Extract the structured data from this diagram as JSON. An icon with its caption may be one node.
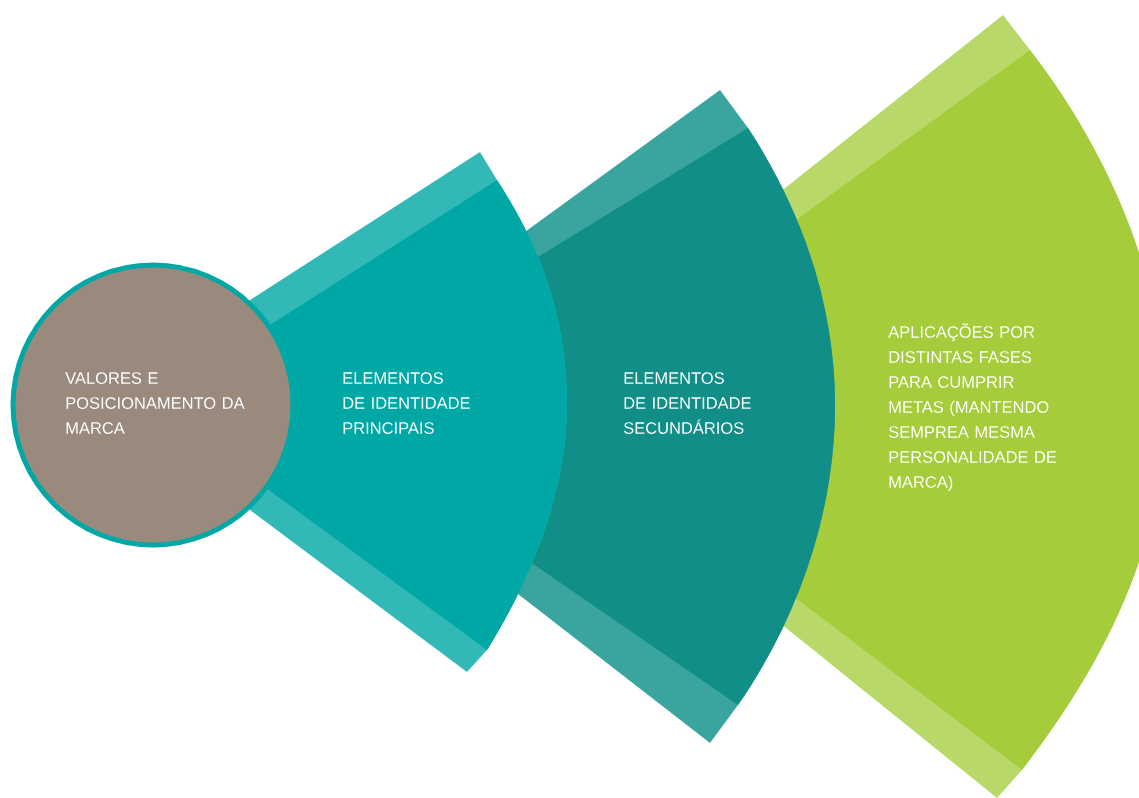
{
  "diagram": {
    "nodes": [
      {
        "text": [
          "VALORES E POSICIONAMENTO DA MARCA"
        ]
      },
      {
        "text": [
          "ELEMENTOS DE IDENTIDADE PRINCIPAIS"
        ]
      },
      {
        "text": [
          "ELEMENTOS DE IDENTIDADE SECUNDÁRIOS"
        ]
      },
      {
        "text": [
          "APLICAÇÕES POR DISTINTAS FASES PARA CUMPRIR METAS (MANTENDO SEMPREA MESMA PERSONALIDADE DE MARCA)"
        ]
      }
    ]
  }
}
